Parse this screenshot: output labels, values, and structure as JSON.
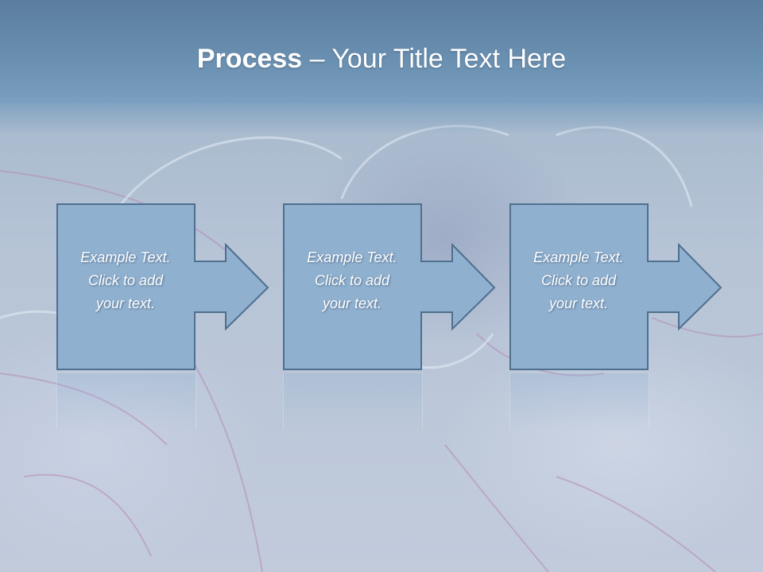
{
  "slide": {
    "title_bold": "Process",
    "title_rest": " – Your Title Text Here"
  },
  "steps": [
    {
      "line1": "Example Text.",
      "line2": "Click  to add",
      "line3": "your text."
    },
    {
      "line1": "Example Text.",
      "line2": "Click  to add",
      "line3": "your text."
    },
    {
      "line1": "Example Text.",
      "line2": "Click  to add",
      "line3": "your text."
    }
  ],
  "colors": {
    "header": "#6a90b2",
    "box_fill": "#8fb0cf",
    "box_border": "#4f6f8e",
    "text": "#ffffff"
  },
  "background_image": "purple-cabbage-leaves"
}
